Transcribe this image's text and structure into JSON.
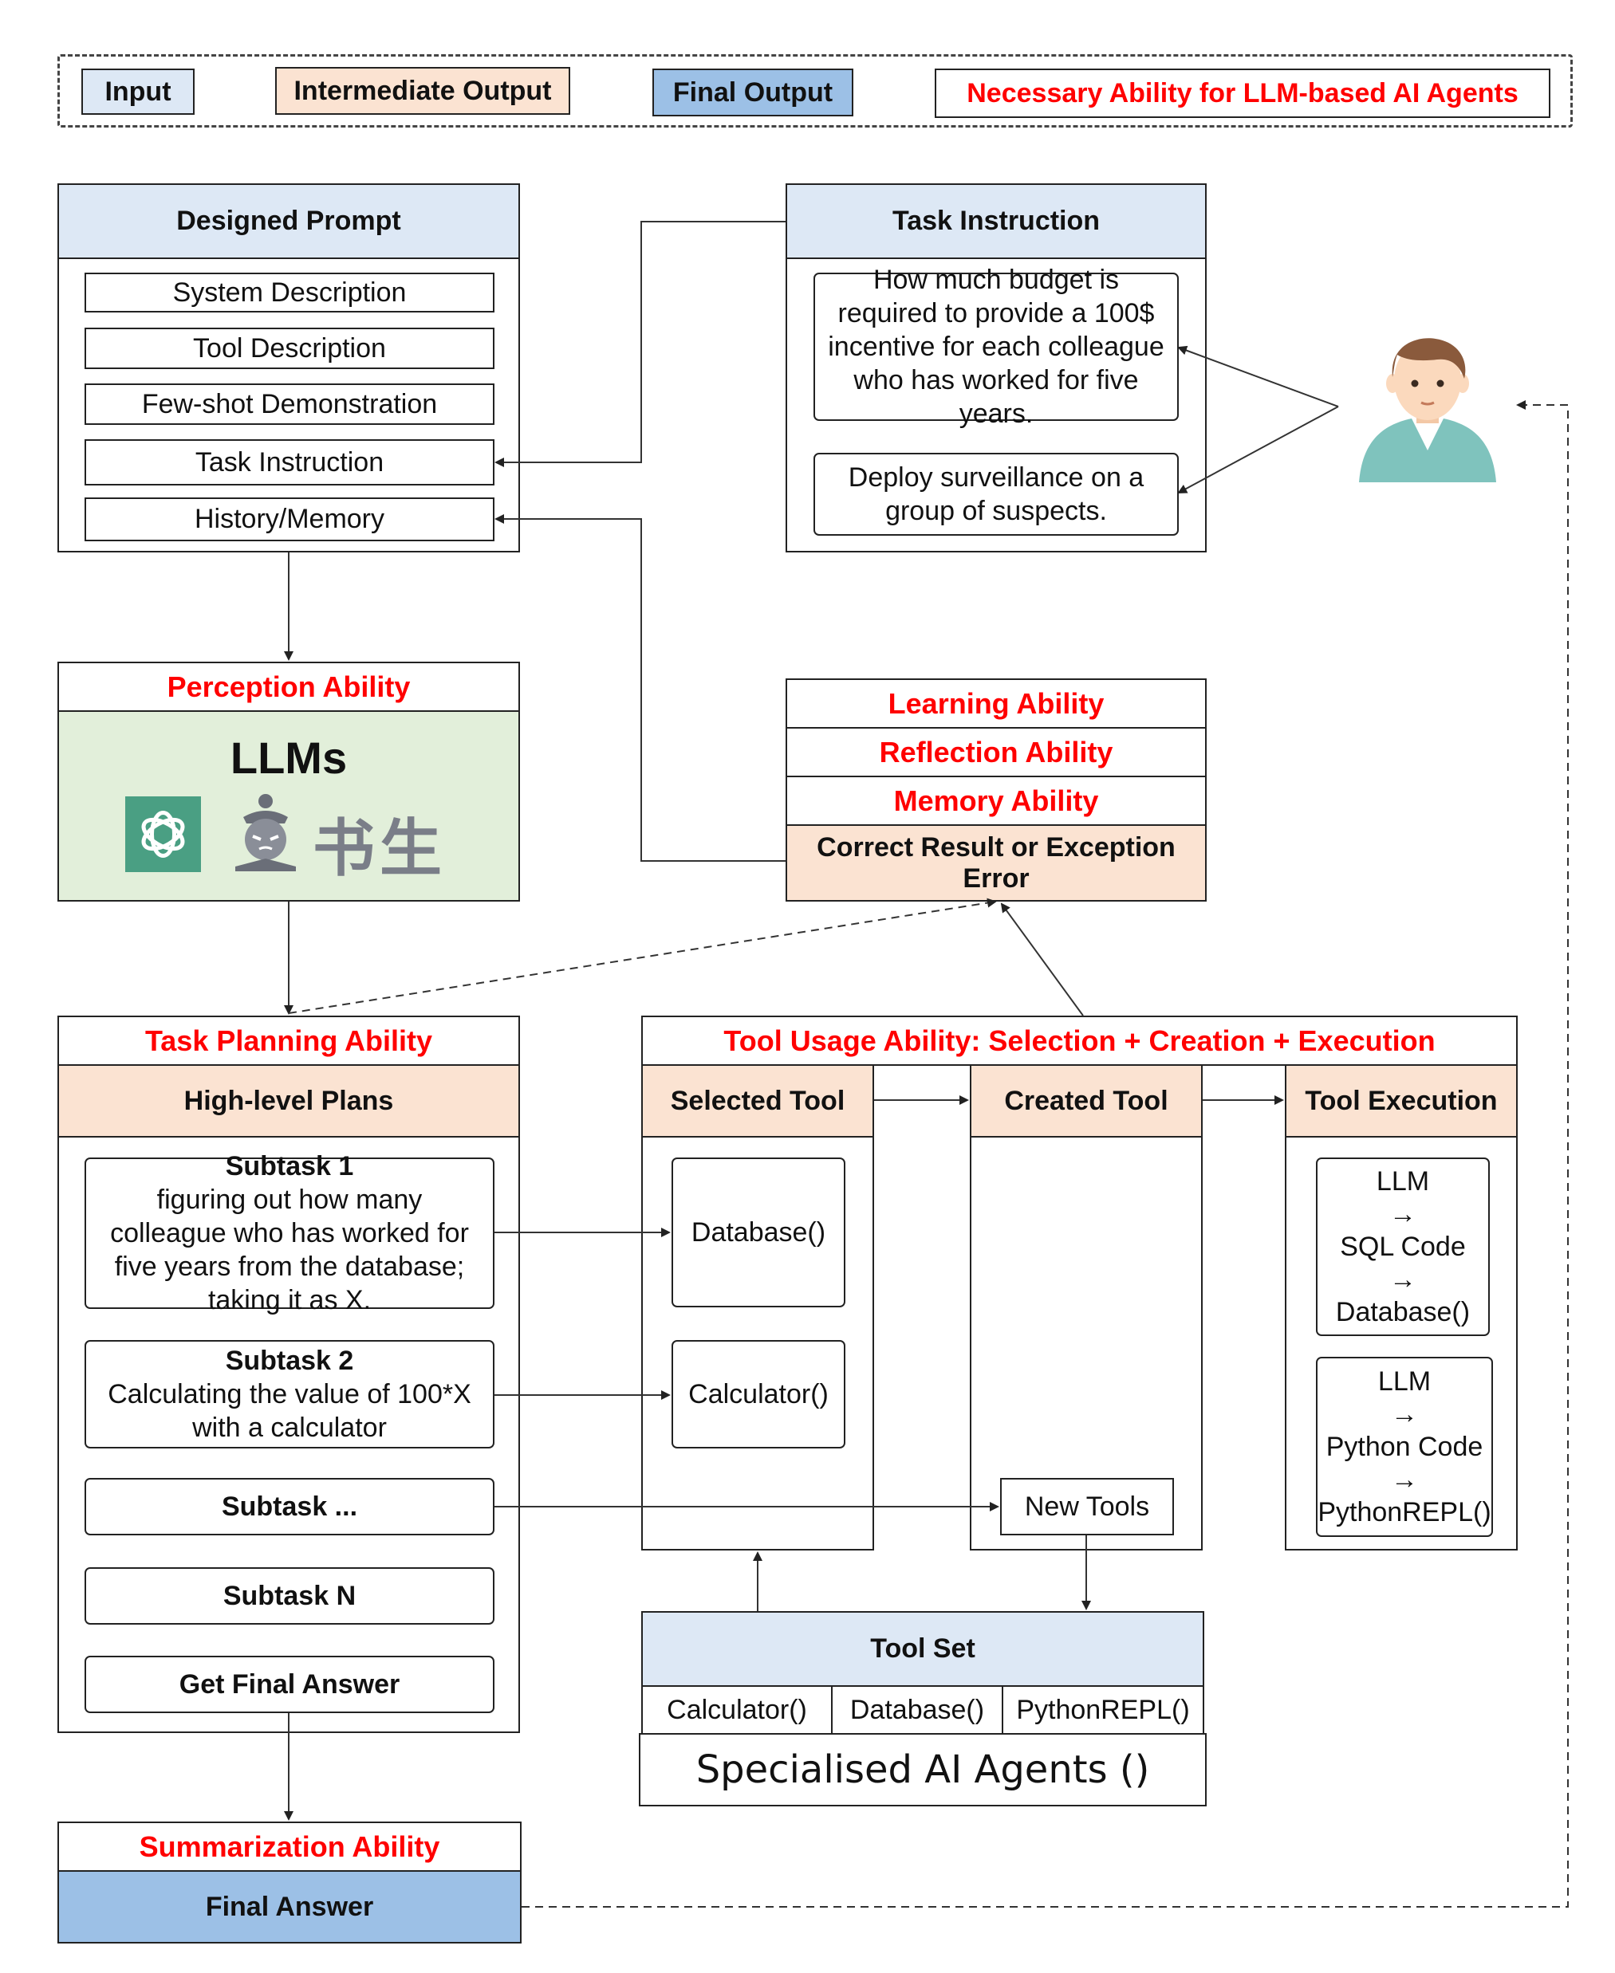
{
  "legend": {
    "input": "Input",
    "intermediate": "Intermediate Output",
    "final": "Final Output",
    "ability": "Necessary Ability for LLM-based AI Agents"
  },
  "designed_prompt": {
    "title": "Designed Prompt",
    "items": [
      "System Description",
      "Tool Description",
      "Few-shot Demonstration",
      "Task Instruction",
      "History/Memory"
    ]
  },
  "task_instruction": {
    "title": "Task Instruction",
    "example1": "How much budget is required to provide a 100$ incentive for each colleague who has worked for five years.",
    "example2": "Deploy surveillance on a group of suspects."
  },
  "perception": {
    "label": "Perception Ability",
    "llms": "LLMs",
    "shusheng": "书生"
  },
  "abilities": {
    "learning": "Learning Ability",
    "reflection": "Reflection Ability",
    "memory": "Memory Ability",
    "result": "Correct Result or Exception Error"
  },
  "task_planning": {
    "label": "Task Planning Ability",
    "plans": "High-level Plans",
    "subtask1_title": "Subtask 1",
    "subtask1_text": "figuring out how many colleague who has worked for five years from the database; taking it as X.",
    "subtask2_title": "Subtask 2",
    "subtask2_text": "Calculating the value of 100*X with a calculator",
    "subtask_more": "Subtask ...",
    "subtask_n": "Subtask N",
    "final_answer_step": "Get Final Answer"
  },
  "tool_usage": {
    "label": "Tool Usage Ability: Selection + Creation + Execution",
    "selected": "Selected Tool",
    "created": "Created Tool",
    "execution": "Tool Execution",
    "database": "Database()",
    "calculator": "Calculator()",
    "new_tools": "New Tools",
    "exec1": [
      "LLM",
      "→",
      "SQL Code",
      "→",
      "Database()"
    ],
    "exec2": [
      "LLM",
      "→",
      "Python Code",
      "→",
      "PythonREPL()"
    ]
  },
  "tool_set": {
    "title": "Tool Set",
    "items": [
      "Calculator()",
      "Database()",
      "PythonREPL()"
    ],
    "specialised": "Specialised AI Agents ()"
  },
  "summarization": {
    "label": "Summarization Ability",
    "final_answer": "Final Answer"
  },
  "colors": {
    "input": "#dde8f5",
    "intermediate": "#fbe3d2",
    "final": "#9cc0e6",
    "ability_text": "#ff0000",
    "llm_panel": "#e2efda",
    "openai_logo": "#4a9f83",
    "avatar_shirt": "#7fc3bd",
    "avatar_hair": "#8a5a3c",
    "avatar_skin": "#fbd9bd"
  },
  "icons": [
    "openai-logo-icon",
    "shusheng-logo-icon",
    "user-avatar-icon"
  ]
}
